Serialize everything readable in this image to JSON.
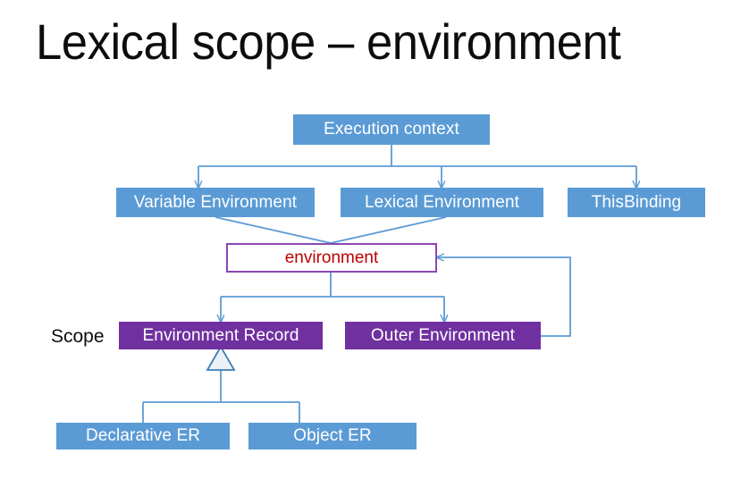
{
  "slide": {
    "title": "Lexical scope – environment",
    "background_color": "#FFFFFF"
  },
  "palette": {
    "blue_fill": "#5B9BD5",
    "purple_fill": "#7030A0",
    "outline_border": "#8B46B4",
    "outline_text": "#C00000",
    "connector": "#5B9BD5",
    "title_text": "#0D0D0D",
    "box_text": "#FFFFFF"
  },
  "labels": {
    "scope": "Scope"
  },
  "nodes": {
    "execution_context": "Execution context",
    "variable_environment": "Variable Environment",
    "lexical_environment": "Lexical Environment",
    "this_binding": "ThisBinding",
    "environment": "environment",
    "environment_record": "Environment Record",
    "outer_environment": "Outer Environment",
    "declarative_er": "Declarative ER",
    "object_er": "Object ER"
  },
  "edges": [
    {
      "from": "execution_context",
      "to": "variable_environment",
      "style": "elbow-arrow"
    },
    {
      "from": "execution_context",
      "to": "lexical_environment",
      "style": "elbow-arrow"
    },
    {
      "from": "execution_context",
      "to": "this_binding",
      "style": "elbow-arrow"
    },
    {
      "from": "variable_environment",
      "to": "environment",
      "style": "diagonal"
    },
    {
      "from": "lexical_environment",
      "to": "environment",
      "style": "diagonal"
    },
    {
      "from": "environment",
      "to": "environment_record",
      "style": "elbow-arrow"
    },
    {
      "from": "environment",
      "to": "outer_environment",
      "style": "elbow-arrow"
    },
    {
      "from": "outer_environment",
      "to": "environment",
      "style": "feedback-loop-arrow"
    },
    {
      "from": "environment_record",
      "to": "declarative_er",
      "style": "generalization"
    },
    {
      "from": "environment_record",
      "to": "object_er",
      "style": "generalization"
    }
  ]
}
